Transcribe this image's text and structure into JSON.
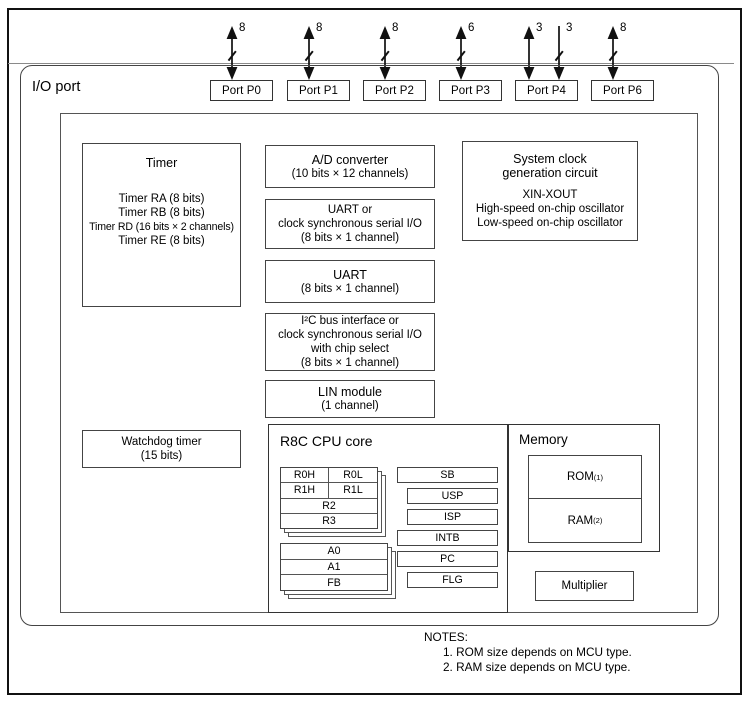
{
  "diagram": {
    "io_port_label": "I/O port",
    "ports": [
      {
        "label": "Port P0",
        "arrows": [
          {
            "width": "8",
            "direction": "bidirectional",
            "tick": true
          }
        ]
      },
      {
        "label": "Port P1",
        "arrows": [
          {
            "width": "8",
            "direction": "bidirectional",
            "tick": true
          }
        ]
      },
      {
        "label": "Port P2",
        "arrows": [
          {
            "width": "8",
            "direction": "bidirectional",
            "tick": true
          }
        ]
      },
      {
        "label": "Port P3",
        "arrows": [
          {
            "width": "6",
            "direction": "bidirectional",
            "tick": true
          }
        ]
      },
      {
        "label": "Port P4",
        "arrows": [
          {
            "width": "3",
            "direction": "bidirectional",
            "tick": false
          },
          {
            "width": "3",
            "direction": "down",
            "tick": true
          }
        ]
      },
      {
        "label": "Port P6",
        "arrows": [
          {
            "width": "8",
            "direction": "bidirectional",
            "tick": true
          }
        ]
      }
    ],
    "timer": {
      "title": "Timer",
      "items": [
        "Timer RA (8 bits)",
        "Timer RB (8 bits)",
        "Timer RD (16 bits × 2 channels)",
        "Timer RE (8 bits)"
      ]
    },
    "peripherals": [
      {
        "name": "ad-converter",
        "lines": [
          "A/D converter",
          "(10 bits × 12 channels)"
        ]
      },
      {
        "name": "uart-or-clock-sync-serial-io",
        "lines": [
          "UART or",
          "clock synchronous serial I/O",
          "(8 bits × 1 channel)"
        ]
      },
      {
        "name": "uart",
        "lines": [
          "UART",
          "(8 bits × 1 channel)"
        ]
      },
      {
        "name": "i2c-bus-interface",
        "lines": [
          "I²C bus interface or",
          "clock synchronous serial I/O",
          "with chip select",
          "(8 bits × 1 channel)"
        ]
      },
      {
        "name": "lin-module",
        "lines": [
          "LIN module",
          "(1 channel)"
        ]
      }
    ],
    "system_clock": {
      "title_line1": "System clock",
      "title_line2": "generation circuit",
      "items": [
        "XIN-XOUT",
        "High-speed on-chip oscillator",
        "Low-speed on-chip oscillator"
      ]
    },
    "watchdog": {
      "line1": "Watchdog timer",
      "line2": "(15 bits)"
    },
    "cpu": {
      "title": "R8C CPU core",
      "data_registers": [
        {
          "cells": [
            "R0H",
            "R0L"
          ]
        },
        {
          "cells": [
            "R1H",
            "R1L"
          ]
        },
        {
          "cells": [
            "R2"
          ]
        },
        {
          "cells": [
            "R3"
          ]
        }
      ],
      "address_registers": [
        {
          "cells": [
            "A0"
          ]
        },
        {
          "cells": [
            "A1"
          ]
        },
        {
          "cells": [
            "FB"
          ]
        }
      ],
      "control_registers": [
        "SB",
        "USP",
        "ISP",
        "INTB",
        "PC",
        "FLG"
      ]
    },
    "memory": {
      "title": "Memory",
      "rom_label": "ROM",
      "rom_note": "(1)",
      "ram_label": "RAM",
      "ram_note": "(2)"
    },
    "multiplier": {
      "label": "Multiplier"
    },
    "notes": {
      "heading": "NOTES:",
      "items": [
        "1. ROM size depends on MCU type.",
        "2. RAM size depends on MCU type."
      ]
    }
  }
}
